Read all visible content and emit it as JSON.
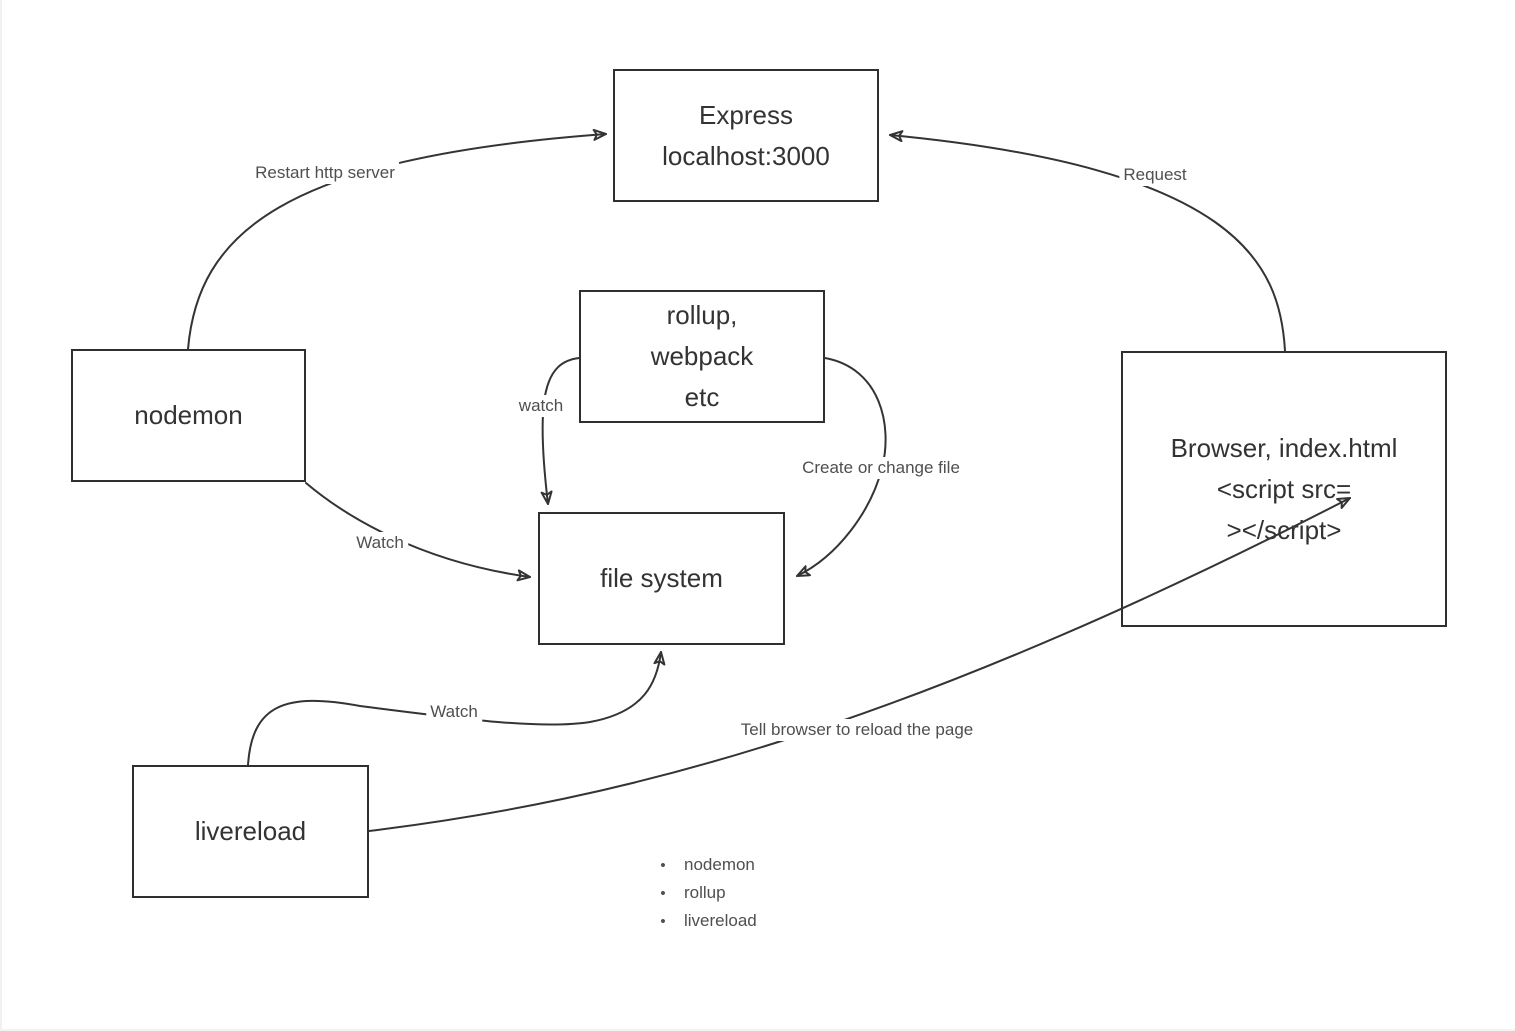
{
  "canvas": {
    "background": "#ffffff",
    "stroke_color": "#343434",
    "node_text_color": "#333333",
    "label_text_color": "#4f4f4f"
  },
  "nodes": {
    "express": {
      "lines": [
        "Express",
        "localhost:3000"
      ]
    },
    "bundler": {
      "lines": [
        "rollup,",
        "webpack",
        "etc"
      ]
    },
    "nodemon": {
      "lines": [
        "nodemon"
      ]
    },
    "filesystem": {
      "lines": [
        "file system"
      ]
    },
    "browser": {
      "lines": [
        "Browser, index.html",
        "<script src=",
        "></script>"
      ]
    },
    "livereload": {
      "lines": [
        "livereload"
      ]
    }
  },
  "edges": {
    "nodemon_express": {
      "label": "Restart http server"
    },
    "browser_express": {
      "label": "Request"
    },
    "bundler_fs_watch": {
      "label": "watch"
    },
    "bundler_fs_create": {
      "label": "Create or change file"
    },
    "nodemon_fs": {
      "label": "Watch"
    },
    "livereload_fs": {
      "label": "Watch"
    },
    "livereload_browser": {
      "label": "Tell browser to reload the page"
    }
  },
  "legend": {
    "bullet": "•",
    "items": [
      "nodemon",
      "rollup",
      "livereload"
    ]
  }
}
